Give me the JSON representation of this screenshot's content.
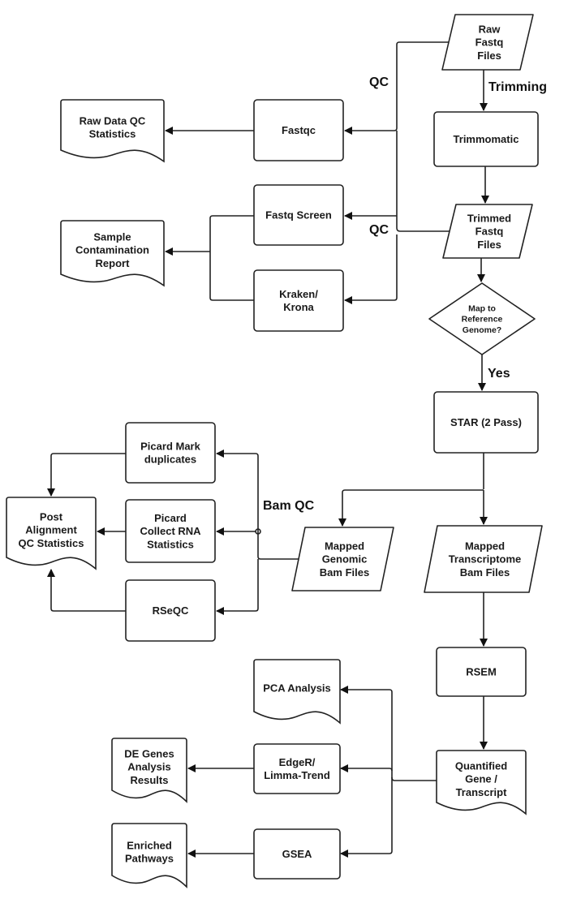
{
  "diagram": {
    "title": "",
    "nodes": {
      "raw_fastq": {
        "lines": [
          "Raw",
          "Fastq",
          "Files"
        ],
        "shape": "data"
      },
      "trimmomatic": {
        "lines": [
          "Trimmomatic"
        ],
        "shape": "process"
      },
      "trimmed_fastq": {
        "lines": [
          "Trimmed",
          "Fastq",
          "Files"
        ],
        "shape": "data"
      },
      "map_decision": {
        "lines": [
          "Map to",
          "Reference",
          "Genome?"
        ],
        "shape": "decision"
      },
      "star": {
        "lines": [
          "STAR (2 Pass)"
        ],
        "shape": "process"
      },
      "fastqc": {
        "lines": [
          "Fastqc"
        ],
        "shape": "process"
      },
      "fastq_screen": {
        "lines": [
          "Fastq Screen"
        ],
        "shape": "process"
      },
      "kraken": {
        "lines": [
          "Kraken/",
          "Krona"
        ],
        "shape": "process"
      },
      "raw_qc_stats": {
        "lines": [
          "Raw Data QC",
          "Statistics"
        ],
        "shape": "document"
      },
      "contamination_report": {
        "lines": [
          "Sample",
          "Contamination",
          "Report"
        ],
        "shape": "document"
      },
      "picard_mark": {
        "lines": [
          "Picard Mark",
          "duplicates"
        ],
        "shape": "process"
      },
      "picard_collect": {
        "lines": [
          "Picard",
          "Collect RNA",
          "Statistics"
        ],
        "shape": "process"
      },
      "rseqc": {
        "lines": [
          "RSeQC"
        ],
        "shape": "process"
      },
      "post_alignment_qc": {
        "lines": [
          "Post",
          "Alignment",
          "QC Statistics"
        ],
        "shape": "document"
      },
      "mapped_genomic": {
        "lines": [
          "Mapped",
          "Genomic",
          "Bam Files"
        ],
        "shape": "data"
      },
      "mapped_transcriptome": {
        "lines": [
          "Mapped",
          "Transcriptome",
          "Bam Files"
        ],
        "shape": "data"
      },
      "rsem": {
        "lines": [
          "RSEM"
        ],
        "shape": "process"
      },
      "quantified": {
        "lines": [
          "Quantified",
          "Gene /",
          "Transcript"
        ],
        "shape": "document"
      },
      "pca": {
        "lines": [
          "PCA Analysis"
        ],
        "shape": "document"
      },
      "edger": {
        "lines": [
          "EdgeR/",
          "Limma-Trend"
        ],
        "shape": "process"
      },
      "gsea": {
        "lines": [
          "GSEA"
        ],
        "shape": "process"
      },
      "de_genes": {
        "lines": [
          "DE Genes",
          "Analysis",
          "Results"
        ],
        "shape": "document"
      },
      "enriched": {
        "lines": [
          "Enriched",
          "Pathways"
        ],
        "shape": "document"
      }
    },
    "edge_labels": {
      "trimming": "Trimming",
      "qc_top": "QC",
      "qc_mid": "QC",
      "yes": "Yes",
      "bam_qc": "Bam QC"
    },
    "edges": [
      {
        "from": "raw_fastq",
        "to": "trimmomatic",
        "label": "Trimming"
      },
      {
        "from": "trimmomatic",
        "to": "trimmed_fastq"
      },
      {
        "from": "trimmed_fastq",
        "to": "map_decision"
      },
      {
        "from": "map_decision",
        "to": "star",
        "label": "Yes"
      },
      {
        "from": "raw_fastq",
        "to": "fastqc",
        "label": "QC"
      },
      {
        "from": "trimmed_fastq",
        "to": "fastqc",
        "label": "QC"
      },
      {
        "from": "trimmed_fastq",
        "to": "fastq_screen"
      },
      {
        "from": "trimmed_fastq",
        "to": "kraken"
      },
      {
        "from": "fastqc",
        "to": "raw_qc_stats"
      },
      {
        "from": "fastq_screen",
        "to": "contamination_report"
      },
      {
        "from": "kraken",
        "to": "contamination_report"
      },
      {
        "from": "star",
        "to": "mapped_genomic"
      },
      {
        "from": "star",
        "to": "mapped_transcriptome"
      },
      {
        "from": "mapped_genomic",
        "to": "picard_mark",
        "label": "Bam QC"
      },
      {
        "from": "mapped_genomic",
        "to": "picard_collect"
      },
      {
        "from": "mapped_genomic",
        "to": "rseqc"
      },
      {
        "from": "picard_mark",
        "to": "post_alignment_qc"
      },
      {
        "from": "picard_collect",
        "to": "post_alignment_qc"
      },
      {
        "from": "rseqc",
        "to": "post_alignment_qc"
      },
      {
        "from": "mapped_transcriptome",
        "to": "rsem"
      },
      {
        "from": "rsem",
        "to": "quantified"
      },
      {
        "from": "quantified",
        "to": "pca"
      },
      {
        "from": "quantified",
        "to": "edger"
      },
      {
        "from": "quantified",
        "to": "gsea"
      },
      {
        "from": "edger",
        "to": "de_genes"
      },
      {
        "from": "gsea",
        "to": "enriched"
      }
    ]
  }
}
